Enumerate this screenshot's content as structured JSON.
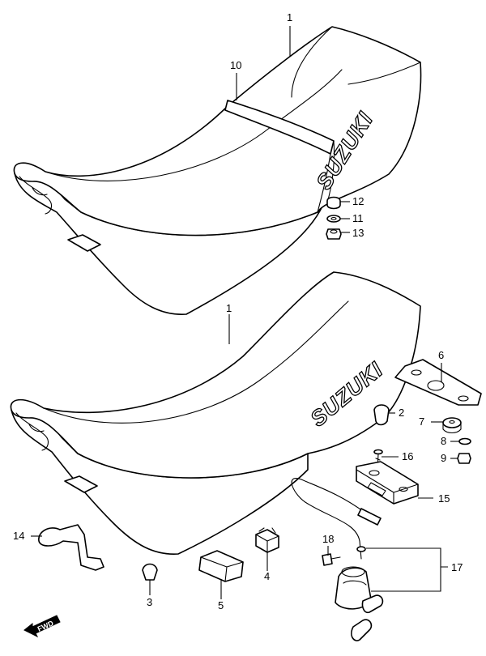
{
  "brand_logo_text": "SUZUKI",
  "direction_arrow_label": "FWD",
  "callouts": {
    "c1_upper": "1",
    "c10": "10",
    "c12": "12",
    "c11": "11",
    "c13": "13",
    "c1_lower": "1",
    "c6": "6",
    "c2": "2",
    "c7": "7",
    "c8": "8",
    "c9": "9",
    "c16": "16",
    "c15": "15",
    "c14": "14",
    "c18": "18",
    "c17": "17",
    "c4": "4",
    "c3": "3",
    "c5": "5"
  }
}
